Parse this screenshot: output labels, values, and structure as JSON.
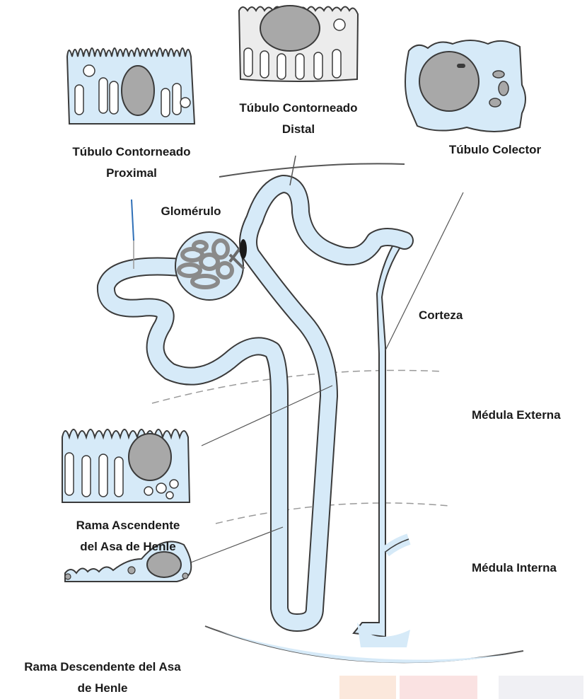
{
  "labels": {
    "proximal": [
      "Túbulo Contorneado",
      "Proximal"
    ],
    "distal": [
      "Túbulo Contorneado",
      "Distal"
    ],
    "collector": [
      "Túbulo Colector"
    ],
    "glomerulus": [
      "Glomérulo"
    ],
    "cortex": [
      "Corteza"
    ],
    "outer_medulla": [
      "Médula Externa"
    ],
    "inner_medulla": [
      "Médula Interna"
    ],
    "ascending": [
      "Rama Ascendente",
      "del Asa de Henle"
    ],
    "descending": [
      "Rama Descendente del Asa",
      "de Henle"
    ]
  },
  "colors": {
    "tubule_fill": "#d6eaf8",
    "outline": "#3a3a3a",
    "nucleus": "#a8a8a8",
    "pointer_line": "#2e6fb7",
    "watermark": [
      "#f9d9c4",
      "#f7cfcf",
      "#ececf1"
    ]
  }
}
